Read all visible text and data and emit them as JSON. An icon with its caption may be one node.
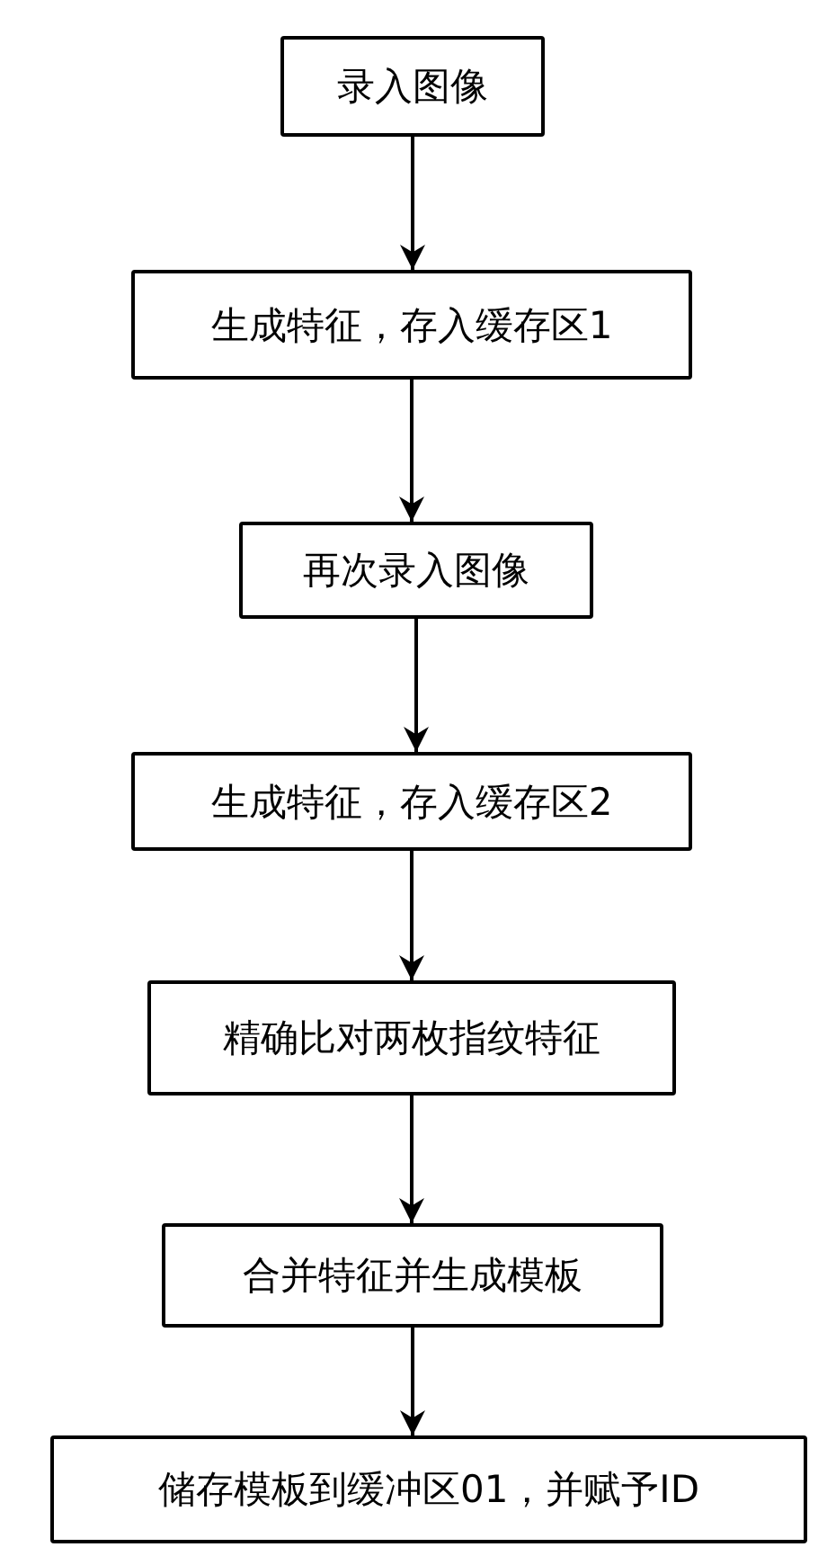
{
  "diagram": {
    "nodes": [
      {
        "text": [
          "录入图像"
        ]
      },
      {
        "text": [
          "生成特征，存入缓存区1"
        ]
      },
      {
        "text": [
          "再次录入图像"
        ]
      },
      {
        "text": [
          "生成特征，存入缓存区2"
        ]
      },
      {
        "text": [
          "精确比对两枚指纹特征"
        ]
      },
      {
        "text": [
          "合并特征并生成模板"
        ]
      },
      {
        "text": [
          "储存模板到缓冲区01，并赋予ID"
        ]
      }
    ],
    "edges": [
      {
        "from": 0,
        "to": 1,
        "arrow": "to"
      },
      {
        "from": 1,
        "to": 2,
        "arrow": "to"
      },
      {
        "from": 2,
        "to": 3,
        "arrow": "to"
      },
      {
        "from": 3,
        "to": 4,
        "arrow": "to"
      },
      {
        "from": 4,
        "to": 5,
        "arrow": "to"
      },
      {
        "from": 5,
        "to": 6,
        "arrow": "to"
      }
    ]
  }
}
